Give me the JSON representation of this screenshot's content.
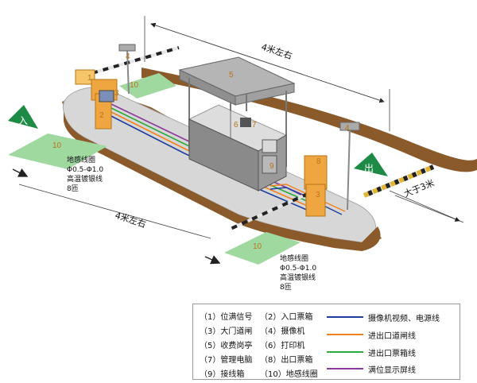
{
  "dimensions": {
    "top": "4米左右",
    "left": "4米左右",
    "right": "大于3米"
  },
  "signs": {
    "entry": "入",
    "exit": "出"
  },
  "loop_notes": {
    "left": [
      "地感线圈",
      "Φ0.5-Φ1.0",
      "高温镀银线",
      "8匝"
    ],
    "bottom": [
      "地感线圈",
      "Φ0.5-Φ1.0",
      "高温镀银线",
      "8匝"
    ]
  },
  "component_numbers": {
    "n1": "1",
    "n2": "2",
    "n3a": "3",
    "n3b": "3",
    "n4a": "4",
    "n4b": "4",
    "n5": "5",
    "n6": "6",
    "n7": "7",
    "n8": "8",
    "n9": "9",
    "n10a": "10",
    "n10b": "10",
    "n10c": "10"
  },
  "legend": {
    "items": [
      "（1）位满信号",
      "（2）入口票箱",
      "（3）大门道闸",
      "（4）摄像机",
      "（5）收费岗亭",
      "（6）打印机",
      "（7）管理电脑",
      "（8）出口票箱",
      "（9）接线箱",
      "（10）地感线圈"
    ],
    "lines": [
      {
        "label": "摄像机视频、电源线",
        "color": "#1f3f9e"
      },
      {
        "label": "进出口道闸线",
        "color": "#f0821e"
      },
      {
        "label": "进出口票箱线",
        "color": "#2eaa3c"
      },
      {
        "label": "满位显示屏线",
        "color": "#8a3a9a"
      }
    ]
  }
}
